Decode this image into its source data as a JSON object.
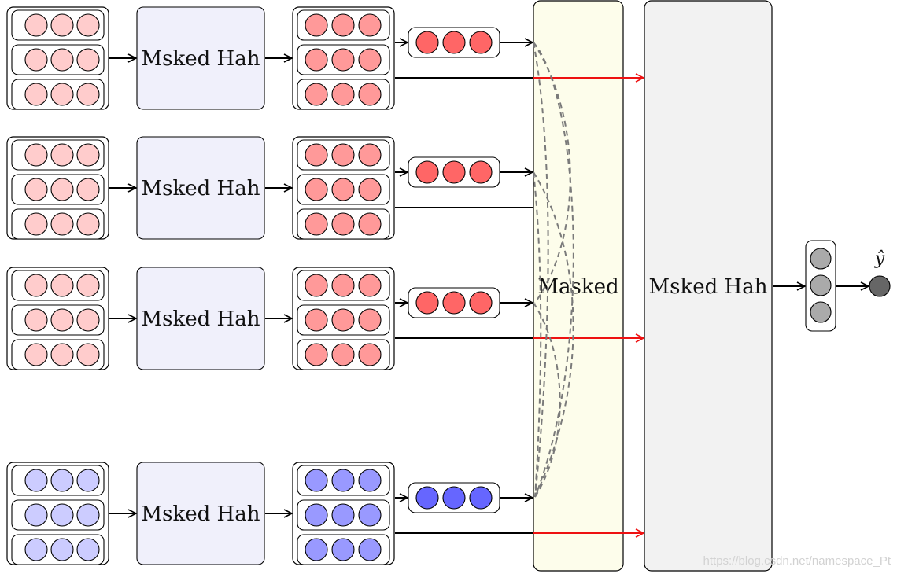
{
  "rows": [
    {
      "id": "row-1",
      "kind": "red",
      "module_label": "Msked Hah",
      "red_cross": true
    },
    {
      "id": "row-2",
      "kind": "red",
      "module_label": "Msked Hah",
      "red_cross": false
    },
    {
      "id": "row-3",
      "kind": "red",
      "module_label": "Msked Hah",
      "red_cross": true
    },
    {
      "id": "row-4",
      "kind": "blue",
      "module_label": "Msked Hah",
      "red_cross": true
    }
  ],
  "masked_layer": {
    "label": "Masked"
  },
  "final_module": {
    "label": "Msked Hah"
  },
  "output": {
    "label": "ŷ"
  },
  "watermark": "https://blog.csdn.net/namespace_Pt",
  "colors": {
    "red_input_node": "#ffcccc",
    "red_hidden_node": "#ff9999",
    "red_pooled_node": "#ff6666",
    "blue_input_node": "#ccccff",
    "blue_hidden_node": "#9999ff",
    "blue_pooled_node": "#6666ff",
    "module_fill": "#f0f0fb",
    "masked_fill": "#fdfdeb",
    "final_fill": "#f2f2f2",
    "output_hidden_node": "#aaaaaa",
    "output_node": "#666666",
    "cross_arrow": "#ee1111",
    "dashed": "#7a7a7a"
  }
}
